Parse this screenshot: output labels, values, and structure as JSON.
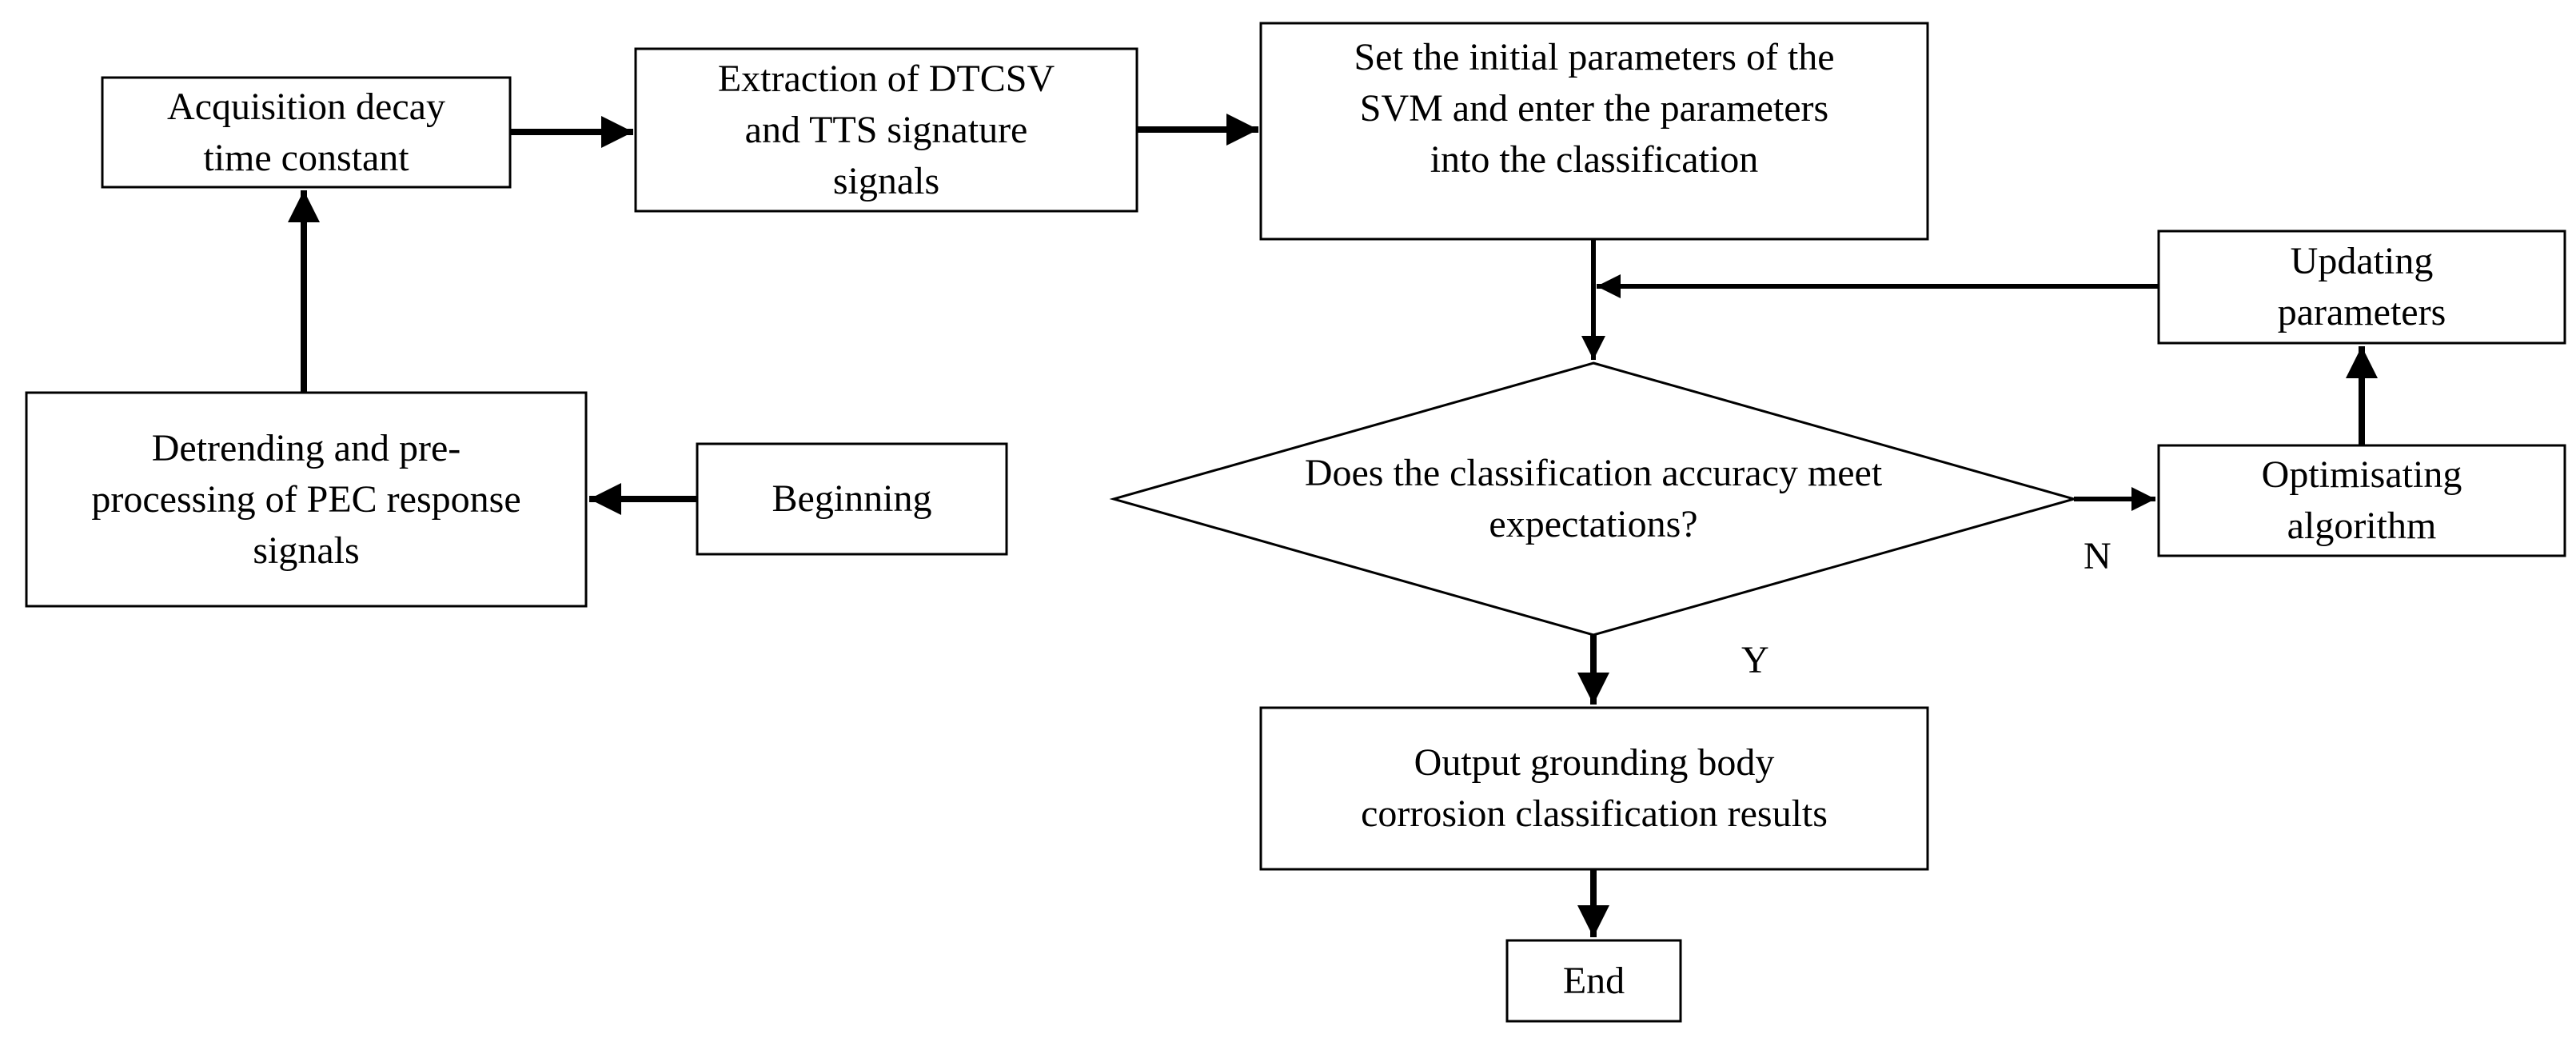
{
  "nodes": {
    "acquisition": {
      "lines": [
        "Acquisition decay",
        "time constant"
      ]
    },
    "extraction": {
      "lines": [
        "Extraction of DTCSV",
        "and TTS signature",
        "signals"
      ]
    },
    "svm_init": {
      "lines": [
        "Set the initial parameters of the",
        "SVM and enter the parameters",
        "into the classification"
      ]
    },
    "updating": {
      "lines": [
        "Updating",
        "parameters"
      ]
    },
    "detrending": {
      "lines": [
        "Detrending and pre-",
        "processing of PEC response",
        "signals"
      ]
    },
    "beginning": {
      "lines": [
        "Beginning"
      ]
    },
    "decision": {
      "lines": [
        "Does the classification accuracy meet",
        "expectations?"
      ]
    },
    "optimising": {
      "lines": [
        "Optimisating",
        "algorithm"
      ]
    },
    "output": {
      "lines": [
        "Output grounding body",
        "corrosion classification results"
      ]
    },
    "end": {
      "lines": [
        "End"
      ]
    }
  },
  "branch_labels": {
    "no": "N",
    "yes": "Y"
  },
  "colors": {
    "stroke": "#000000",
    "background": "#ffffff"
  }
}
